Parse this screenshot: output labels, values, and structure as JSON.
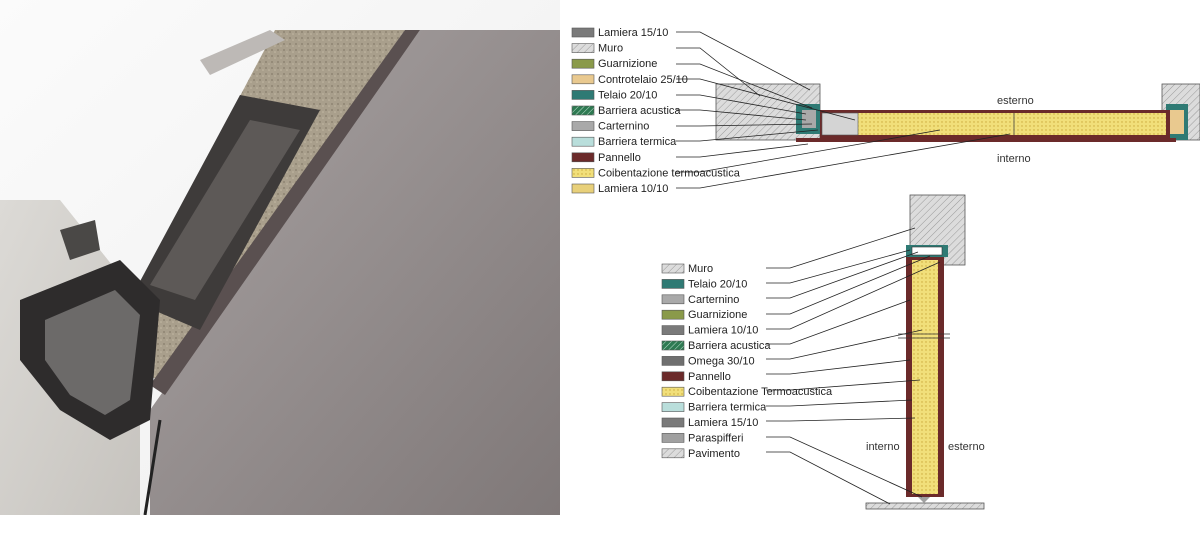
{
  "horizontal_section": {
    "legend": [
      {
        "label": "Lamiera 15/10",
        "color": "#7a7a7a",
        "pattern": "solid"
      },
      {
        "label": "Muro",
        "color": "#d8d8d8",
        "pattern": "hatch"
      },
      {
        "label": "Guarnizione",
        "color": "#8a9a4a",
        "pattern": "solid"
      },
      {
        "label": "Controtelaio 25/10",
        "color": "#e9c98f",
        "pattern": "solid"
      },
      {
        "label": "Telaio 20/10",
        "color": "#2f7a74",
        "pattern": "solid"
      },
      {
        "label": "Barriera acustica",
        "color": "#2e7a52",
        "pattern": "hatch"
      },
      {
        "label": "Carternino",
        "color": "#a9a9a9",
        "pattern": "solid"
      },
      {
        "label": "Barriera termica",
        "color": "#b9dedb",
        "pattern": "solid"
      },
      {
        "label": "Pannello",
        "color": "#6b2a2a",
        "pattern": "solid"
      },
      {
        "label": "Coibentazione termoacustica",
        "color": "#f1df7a",
        "pattern": "dots"
      },
      {
        "label": "Lamiera 10/10",
        "color": "#e8d07a",
        "pattern": "solid"
      }
    ],
    "side_top": "esterno",
    "side_bottom": "interno"
  },
  "vertical_section": {
    "legend": [
      {
        "label": "Muro",
        "color": "#d8d8d8",
        "pattern": "hatch"
      },
      {
        "label": "Telaio 20/10",
        "color": "#2f7a74",
        "pattern": "solid"
      },
      {
        "label": "Carternino",
        "color": "#a9a9a9",
        "pattern": "solid"
      },
      {
        "label": "Guarnizione",
        "color": "#8a9a4a",
        "pattern": "solid"
      },
      {
        "label": "Lamiera 10/10",
        "color": "#7a7a7a",
        "pattern": "solid"
      },
      {
        "label": "Barriera acustica",
        "color": "#2e7a52",
        "pattern": "hatch"
      },
      {
        "label": "Omega 30/10",
        "color": "#6f6f6f",
        "pattern": "solid"
      },
      {
        "label": "Pannello",
        "color": "#6b2a2a",
        "pattern": "solid"
      },
      {
        "label": "Coibentazione Termoacustica",
        "color": "#f1df7a",
        "pattern": "dots"
      },
      {
        "label": "Barriera termica",
        "color": "#b9dedb",
        "pattern": "solid"
      },
      {
        "label": "Lamiera 15/10",
        "color": "#7a7a7a",
        "pattern": "solid"
      },
      {
        "label": "Paraspifferi",
        "color": "#a0a0a0",
        "pattern": "solid"
      },
      {
        "label": "Pavimento",
        "color": "#d8d8d8",
        "pattern": "hatch"
      }
    ],
    "side_left": "interno",
    "side_right": "esterno"
  }
}
